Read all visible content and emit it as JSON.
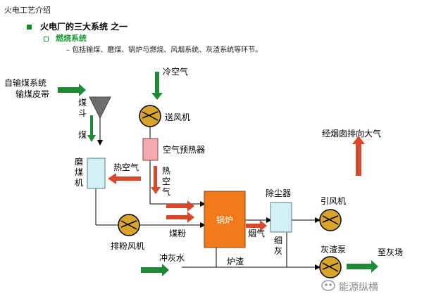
{
  "slide": {
    "title": "火电工艺介绍",
    "bullet1": "火电厂的三大系统 之一",
    "bullet2": "燃烧系统",
    "bullet3": "– 包括输煤、磨煤、锅炉与燃烧、风烟系统、灰渣系统等环节。"
  },
  "labels": {
    "coal_input": "自输煤系统",
    "conveyor": "输煤皮带",
    "coal_hopper": "煤斗",
    "coal": "煤",
    "mill": "磨煤机",
    "hot_air_to_mill": "热空气",
    "cold_air": "冷空气",
    "fd_fan": "送风机",
    "air_preheater": "空气预热器",
    "hot_air_down": "热空气",
    "boiler": "锅炉",
    "pulverized_coal": "煤粉",
    "flue_gas": "烟气",
    "dust_collector": "除尘器",
    "fine_ash": "细灰",
    "id_fan": "引风机",
    "to_atmosphere": "经烟囱排向大气",
    "exhaust_fan": "排粉风机",
    "ash_flushing_water": "冲灰水",
    "slag": "炉渣",
    "ash_pump": "灰渣泵",
    "to_ash_yard": "至灰场"
  },
  "watermark": "能源纵横",
  "colors": {
    "green_arrow": "#1f8a36",
    "red_arrow": "#d9482b",
    "boiler_fill": "#f07a1a",
    "mill_fill": "#d3f0f4",
    "preheater_fill": "#f7a9b0",
    "dust_fill": "#d3f0f4",
    "fan_fill": "#d8a42a",
    "hopper_fill": "#6e6e6e"
  }
}
